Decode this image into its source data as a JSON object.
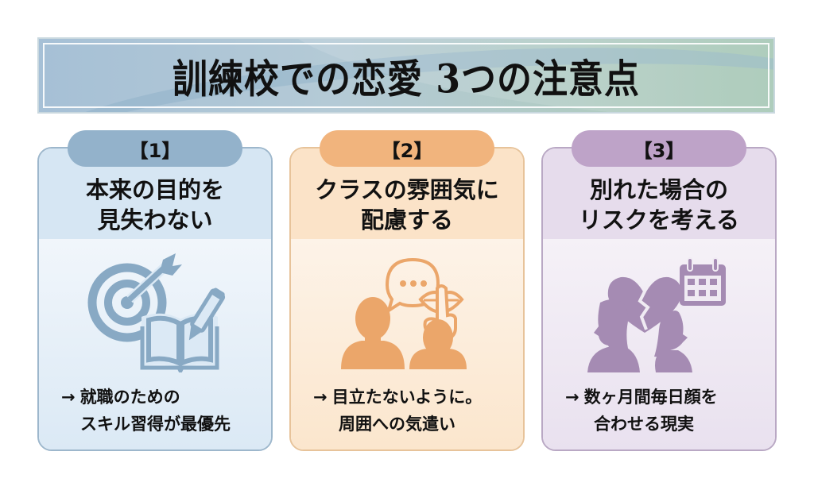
{
  "banner": {
    "title": "訓練校での恋愛 3つの注意点"
  },
  "colors": {
    "card1_accent": "#93b2cb",
    "card2_accent": "#f1b47d",
    "card3_accent": "#bea3c8",
    "card1_icon": "#88a9c4",
    "card2_icon": "#eba66a",
    "card3_icon": "#a58bb3"
  },
  "cards": [
    {
      "badge": "【1】",
      "title_line1": "本来の目的を",
      "title_line2": "見失わない",
      "icon": "target-arrow-book-pencil-icon",
      "arrow": "→",
      "desc_line1": "就職のための",
      "desc_line2": "スキル習得が最優先"
    },
    {
      "badge": "【2】",
      "title_line1": "クラスの雰囲気に",
      "title_line2": "配慮する",
      "icon": "people-shush-speech-bubble-icon",
      "arrow": "→",
      "desc_line1": "目立たないように。",
      "desc_line2": "周囲への気遣い"
    },
    {
      "badge": "【3】",
      "title_line1": "別れた場合の",
      "title_line2": "リスクを考える",
      "icon": "broken-heart-couple-calendar-icon",
      "arrow": "→",
      "desc_line1": "数ヶ月間毎日顔を",
      "desc_line2": "合わせる現実"
    }
  ]
}
